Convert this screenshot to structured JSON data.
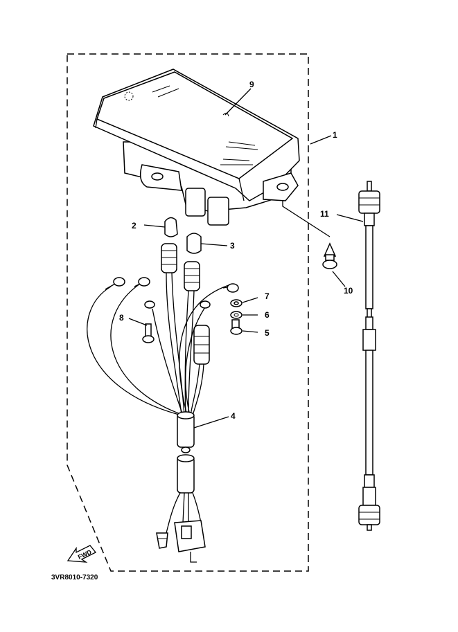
{
  "diagram": {
    "drawing_code": "3VR8010-7320",
    "direction_label": "FWD",
    "callouts": {
      "c1": "1",
      "c2": "2",
      "c3": "3",
      "c4": "4",
      "c5": "5",
      "c6": "6",
      "c7": "7",
      "c8": "8",
      "c9": "9",
      "c10": "10",
      "c11": "11"
    }
  }
}
